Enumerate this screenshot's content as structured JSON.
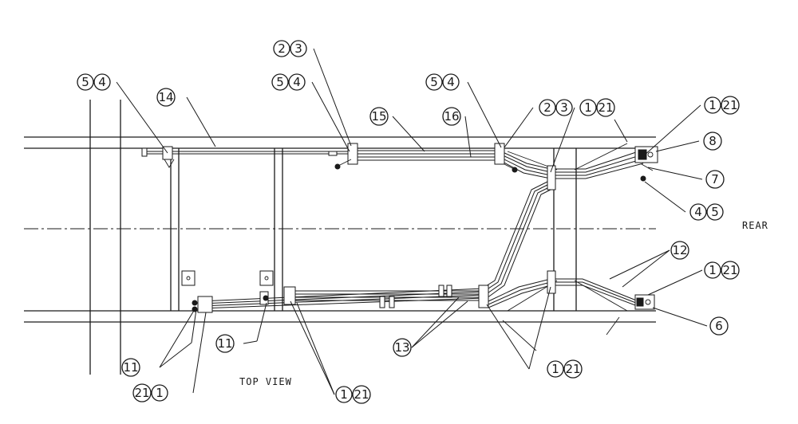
{
  "labels": {
    "view": "TOP VIEW",
    "rear": "REAR"
  },
  "callouts": [
    {
      "id": "c1",
      "numbers": [
        "5",
        "4"
      ]
    },
    {
      "id": "c2",
      "numbers": [
        "14"
      ]
    },
    {
      "id": "c3",
      "numbers": [
        "2",
        "3"
      ]
    },
    {
      "id": "c4",
      "numbers": [
        "5",
        "4"
      ]
    },
    {
      "id": "c5",
      "numbers": [
        "15"
      ]
    },
    {
      "id": "c6",
      "numbers": [
        "16"
      ]
    },
    {
      "id": "c7",
      "numbers": [
        "5",
        "4"
      ]
    },
    {
      "id": "c8",
      "numbers": [
        "2",
        "3"
      ]
    },
    {
      "id": "c9",
      "numbers": [
        "1",
        "21"
      ]
    },
    {
      "id": "c10",
      "numbers": [
        "1",
        "21"
      ]
    },
    {
      "id": "c11",
      "numbers": [
        "8"
      ]
    },
    {
      "id": "c12",
      "numbers": [
        "7"
      ]
    },
    {
      "id": "c13",
      "numbers": [
        "4",
        "5"
      ]
    },
    {
      "id": "c14",
      "numbers": [
        "12"
      ]
    },
    {
      "id": "c15",
      "numbers": [
        "1",
        "21"
      ]
    },
    {
      "id": "c16",
      "numbers": [
        "6"
      ]
    },
    {
      "id": "c17",
      "numbers": [
        "1",
        "21"
      ]
    },
    {
      "id": "c18",
      "numbers": [
        "13"
      ]
    },
    {
      "id": "c19",
      "numbers": [
        "1",
        "21"
      ]
    },
    {
      "id": "c20",
      "numbers": [
        "11"
      ]
    },
    {
      "id": "c21",
      "numbers": [
        "11"
      ]
    },
    {
      "id": "c22",
      "numbers": [
        "21",
        "1"
      ]
    }
  ]
}
